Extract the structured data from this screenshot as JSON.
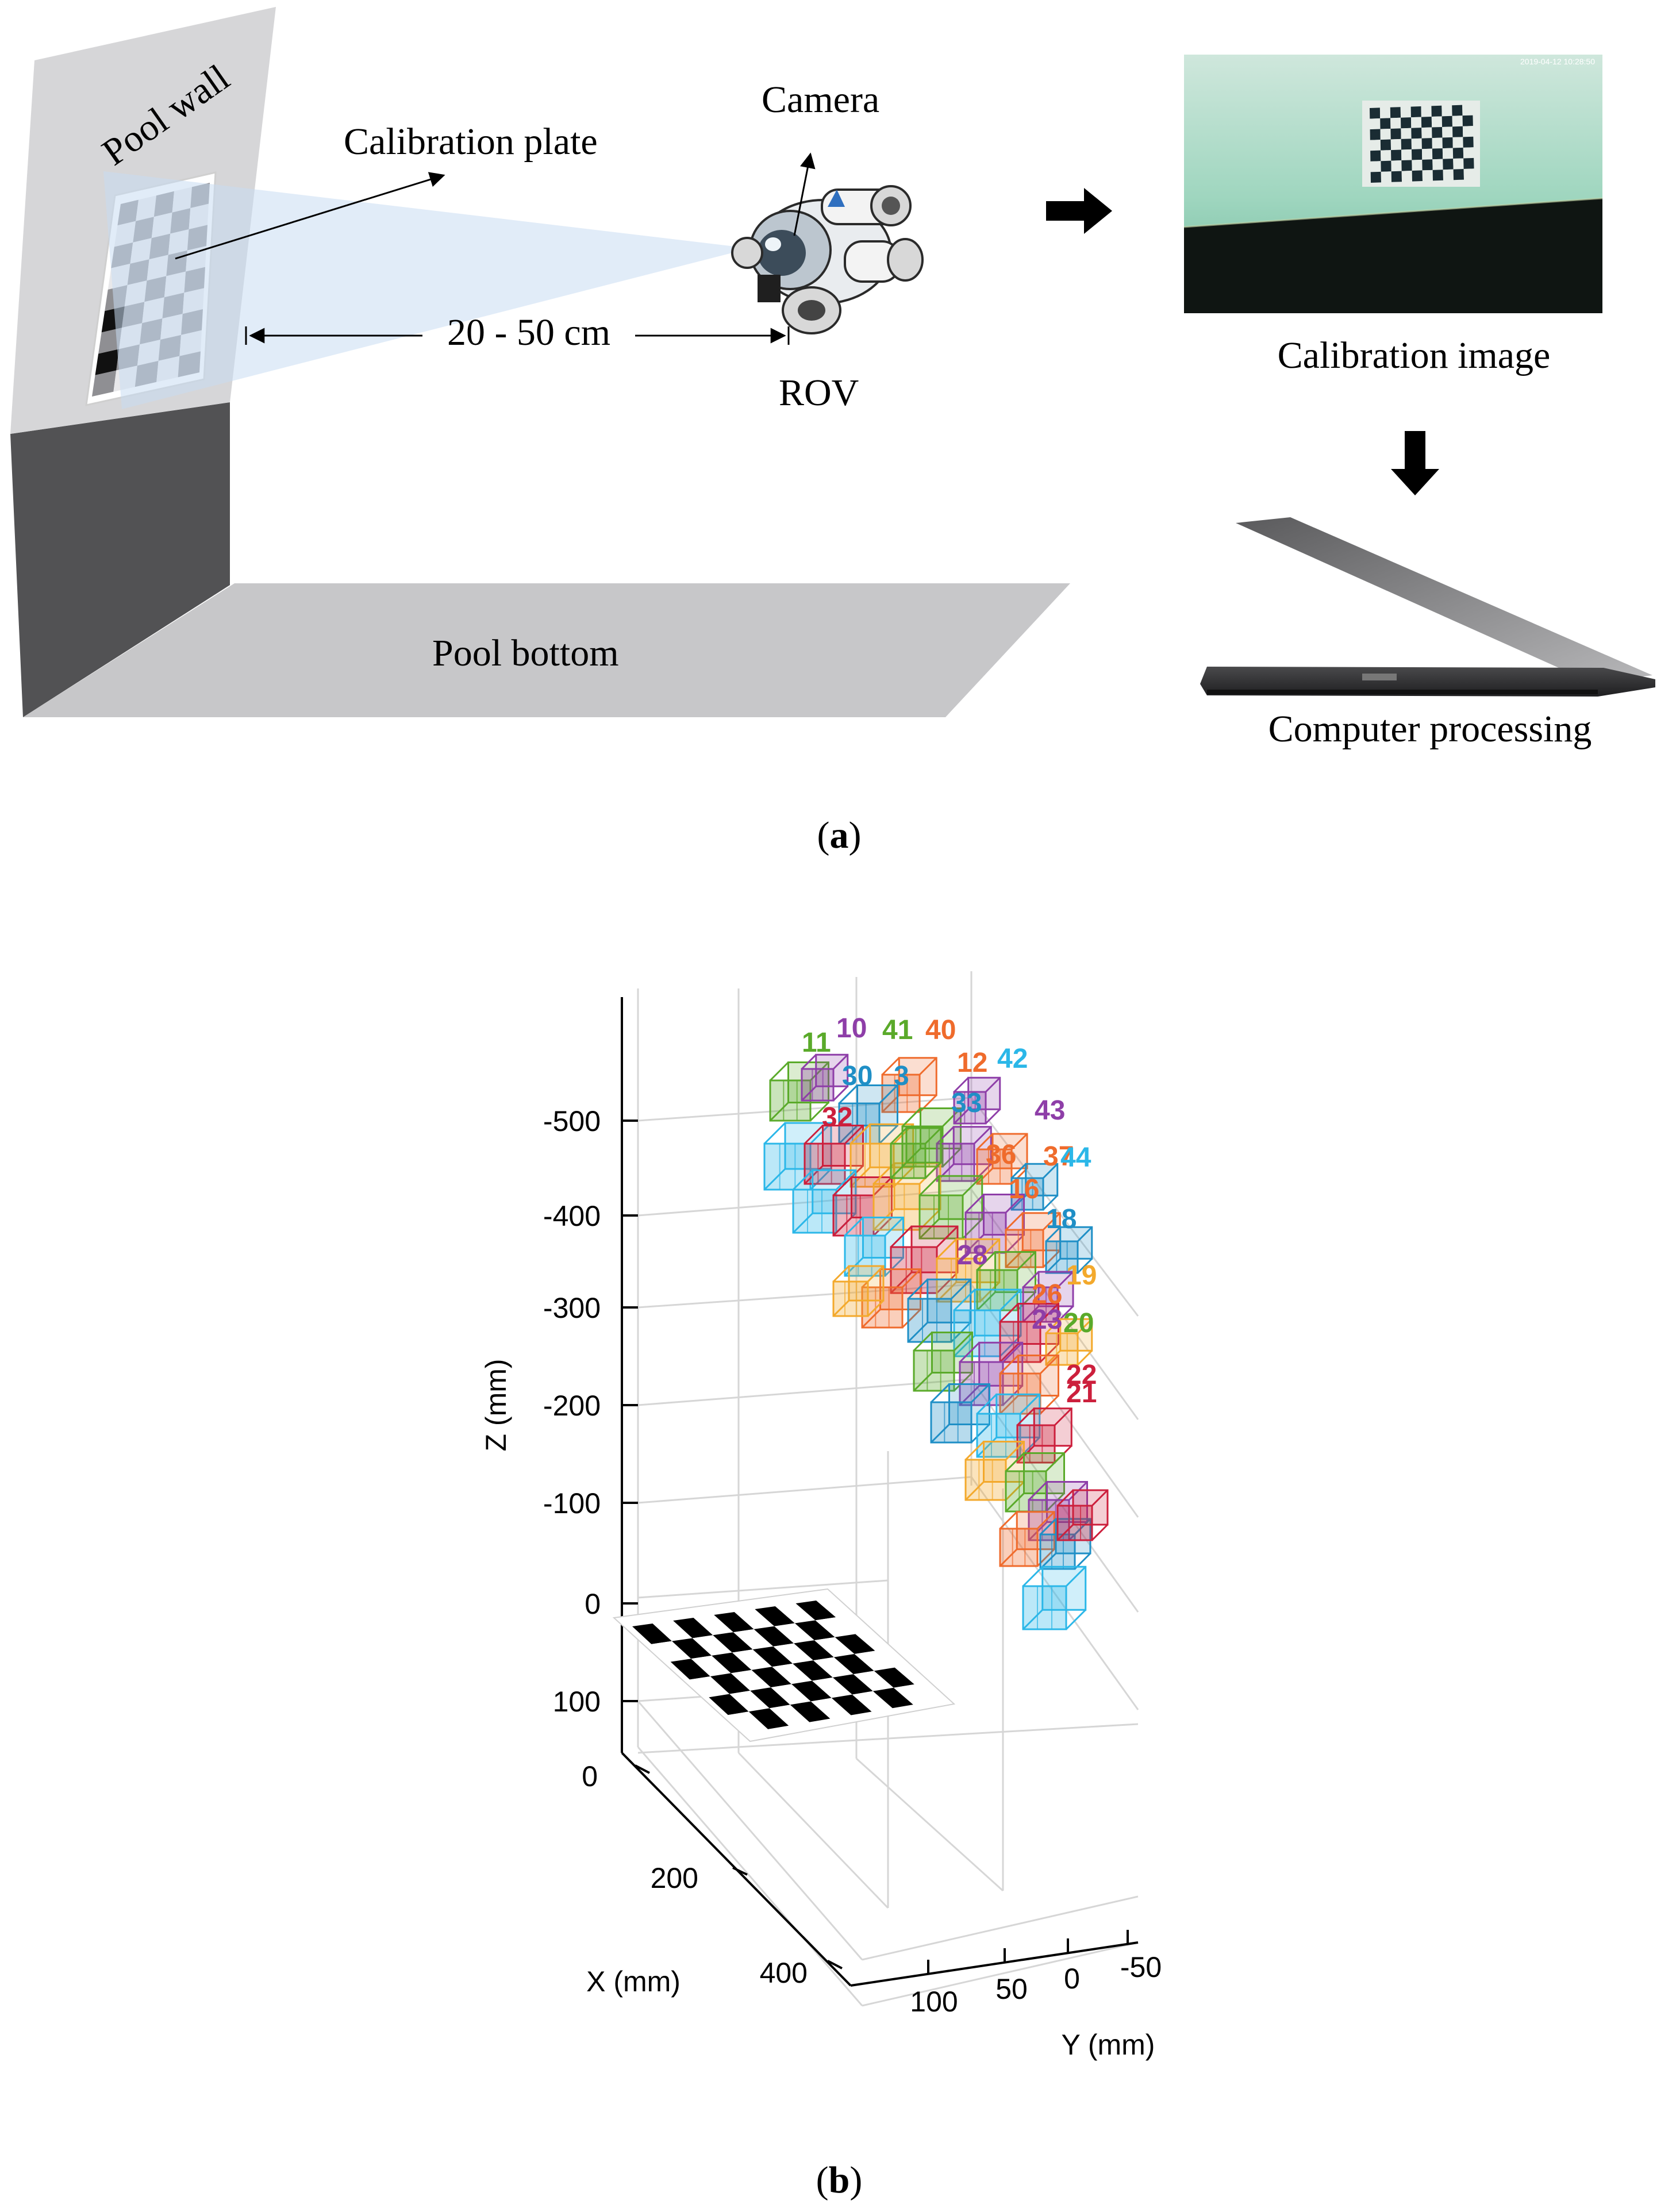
{
  "figure_a": {
    "caption": "(a)",
    "caption_letter": "a",
    "labels": {
      "pool_wall": "Pool wall",
      "calibration_plate": "Calibration plate",
      "camera": "Camera",
      "distance": "20 - 50 cm",
      "rov": "ROV",
      "pool_bottom": "Pool bottom",
      "calibration_image": "Calibration image",
      "computer_processing": "Computer processing"
    },
    "camera_overlay_text": "2019-04-12 10:28:50"
  },
  "figure_b": {
    "caption": "(b)",
    "caption_letter": "b",
    "axes": {
      "z_label": "Z (mm)",
      "x_label": "X (mm)",
      "y_label": "Y (mm)",
      "z_ticks": [
        "-500",
        "-400",
        "-300",
        "-200",
        "-100",
        "0",
        "100"
      ],
      "x_ticks": [
        "0",
        "200",
        "400"
      ],
      "y_ticks": [
        "100",
        "50",
        "0",
        "-50"
      ]
    },
    "pose_labels": [
      {
        "text": "11",
        "color": "#5aaa2a"
      },
      {
        "text": "10",
        "color": "#8e3ea8"
      },
      {
        "text": "41",
        "color": "#5aaa2a"
      },
      {
        "text": "40",
        "color": "#ef6b2c"
      },
      {
        "text": "30",
        "color": "#1f8fc6"
      },
      {
        "text": "3",
        "color": "#1f8fc6"
      },
      {
        "text": "12",
        "color": "#ef6b2c"
      },
      {
        "text": "42",
        "color": "#2bb7e8"
      },
      {
        "text": "33",
        "color": "#1f8fc6"
      },
      {
        "text": "32",
        "color": "#cc1f3c"
      },
      {
        "text": "43",
        "color": "#8e3ea8"
      },
      {
        "text": "36",
        "color": "#ef6b2c"
      },
      {
        "text": "37",
        "color": "#ef6b2c"
      },
      {
        "text": "44",
        "color": "#2bb7e8"
      },
      {
        "text": "16",
        "color": "#ef6b2c"
      },
      {
        "text": "18",
        "color": "#1f8fc6"
      },
      {
        "text": "28",
        "color": "#8e3ea8"
      },
      {
        "text": "19",
        "color": "#f3a92c"
      },
      {
        "text": "26",
        "color": "#ef6b2c"
      },
      {
        "text": "23",
        "color": "#8e3ea8"
      },
      {
        "text": "20",
        "color": "#5aaa2a"
      },
      {
        "text": "22",
        "color": "#cc1f3c"
      },
      {
        "text": "21",
        "color": "#cc1f3c"
      }
    ],
    "pose_colors": [
      "#5aaa2a",
      "#8e3ea8",
      "#ef6b2c",
      "#1f8fc6",
      "#2bb7e8",
      "#cc1f3c",
      "#f3a92c"
    ]
  }
}
